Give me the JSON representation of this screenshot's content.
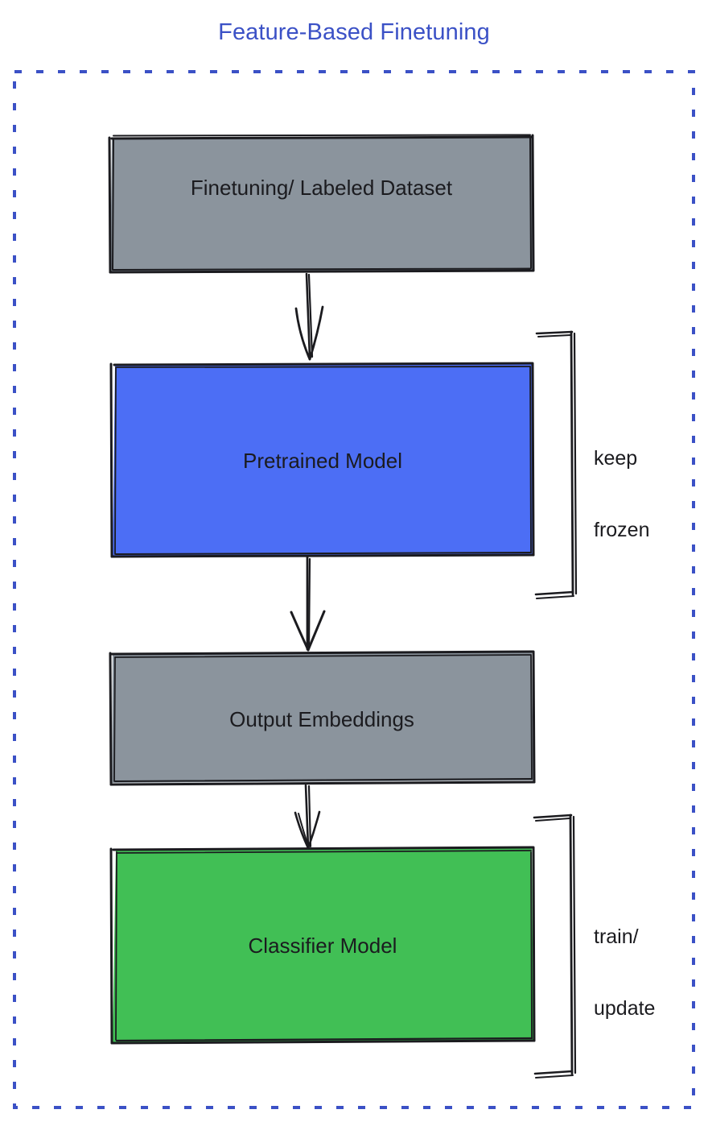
{
  "diagram": {
    "title": "Feature-Based Finetuning",
    "title_color": "#3b51c6",
    "background_color": "#ffffff",
    "container": {
      "name": "dashed-border-frame",
      "style": "dashed",
      "color": "#3b51c6"
    },
    "nodes": [
      {
        "id": "dataset",
        "label": "Finetuning/ Labeled Dataset",
        "fill": "#8b949d",
        "stroke": "#1b1b1f",
        "shape": "rectangle"
      },
      {
        "id": "pretrained",
        "label": "Pretrained Model",
        "fill": "#4c6ef5",
        "stroke": "#1b1b1f",
        "shape": "rectangle"
      },
      {
        "id": "embeddings",
        "label": "Output Embeddings",
        "fill": "#8b949d",
        "stroke": "#1b1b1f",
        "shape": "rectangle"
      },
      {
        "id": "classifier",
        "label": "Classifier Model",
        "fill": "#41bf55",
        "stroke": "#1b1b1f",
        "shape": "rectangle"
      }
    ],
    "edges": [
      {
        "from": "dataset",
        "to": "pretrained",
        "style": "arrow"
      },
      {
        "from": "pretrained",
        "to": "embeddings",
        "style": "arrow"
      },
      {
        "from": "embeddings",
        "to": "classifier",
        "style": "arrow"
      }
    ],
    "annotations": [
      {
        "id": "keep-frozen",
        "label": "keep\nfrozen",
        "line1": "keep",
        "line2": "frozen",
        "targets": [
          "pretrained"
        ],
        "bracket": "right-curly-square"
      },
      {
        "id": "train-update",
        "label": "train/\nupdate",
        "line1": "train/",
        "line2": "update",
        "targets": [
          "classifier"
        ],
        "bracket": "right-curly-square"
      }
    ]
  }
}
